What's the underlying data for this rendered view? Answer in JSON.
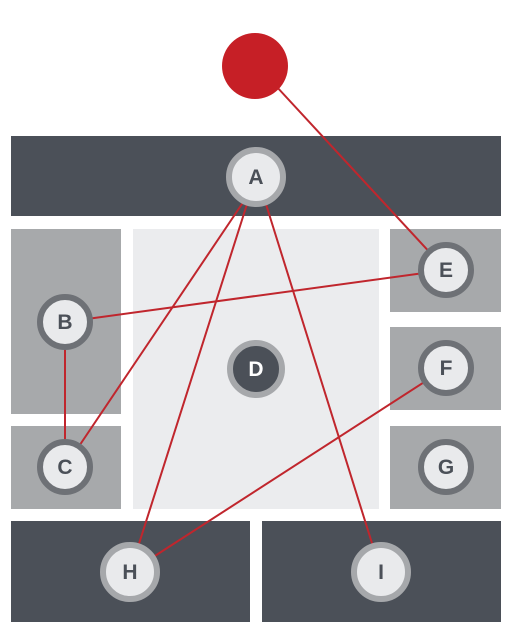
{
  "colors": {
    "dark_block": "#4b5058",
    "mid_block": "#a7a9ab",
    "light_block": "#ebecee",
    "connector": "#c0262d",
    "red_dot": "#c61f26"
  },
  "nodes": {
    "a": "A",
    "b": "B",
    "c": "C",
    "d": "D",
    "e": "E",
    "f": "F",
    "g": "G",
    "h": "H",
    "i": "I"
  },
  "connections": [
    [
      "red-dot",
      "E"
    ],
    [
      "A",
      "C"
    ],
    [
      "A",
      "H"
    ],
    [
      "A",
      "I"
    ],
    [
      "B",
      "E"
    ],
    [
      "B",
      "C"
    ],
    [
      "F",
      "H"
    ]
  ]
}
